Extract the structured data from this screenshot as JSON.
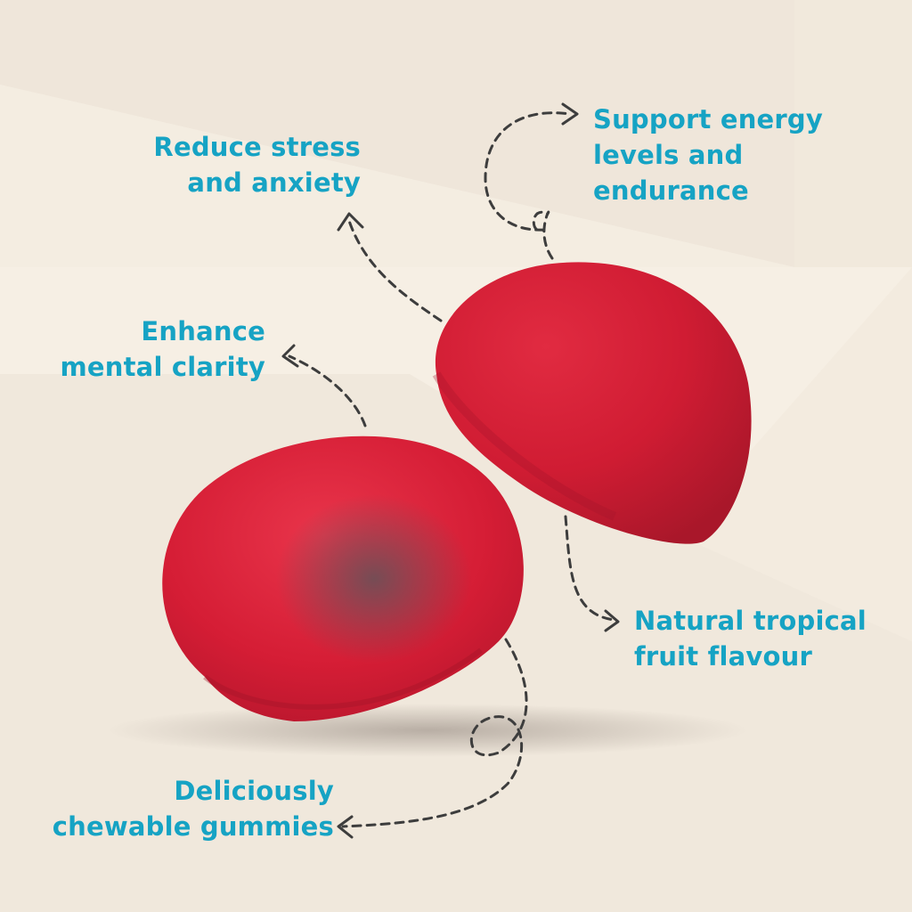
{
  "colors": {
    "background": "#f6efe4",
    "panel": "#efe6da",
    "panel_light": "#f3ebdf",
    "label_text": "#16a3c4",
    "arrow": "#3d3d3d",
    "gummy_red": "#d81f36",
    "gummy_dark": "#a8182c",
    "gummy_shadow": "#6d4a52"
  },
  "labels": {
    "stress": {
      "line1": "Reduce stress",
      "line2": "and anxiety"
    },
    "energy": {
      "line1": "Support energy",
      "line2": "levels and",
      "line3": "endurance"
    },
    "clarity": {
      "line1": "Enhance",
      "line2": "mental clarity"
    },
    "flavour": {
      "line1": "Natural tropical",
      "line2": "fruit flavour"
    },
    "chewable": {
      "line1": "Deliciously",
      "line2": "chewable gummies"
    }
  },
  "icons": {
    "arrow": "dashed-arrow-icon",
    "loop": "dashed-loop-icon"
  }
}
